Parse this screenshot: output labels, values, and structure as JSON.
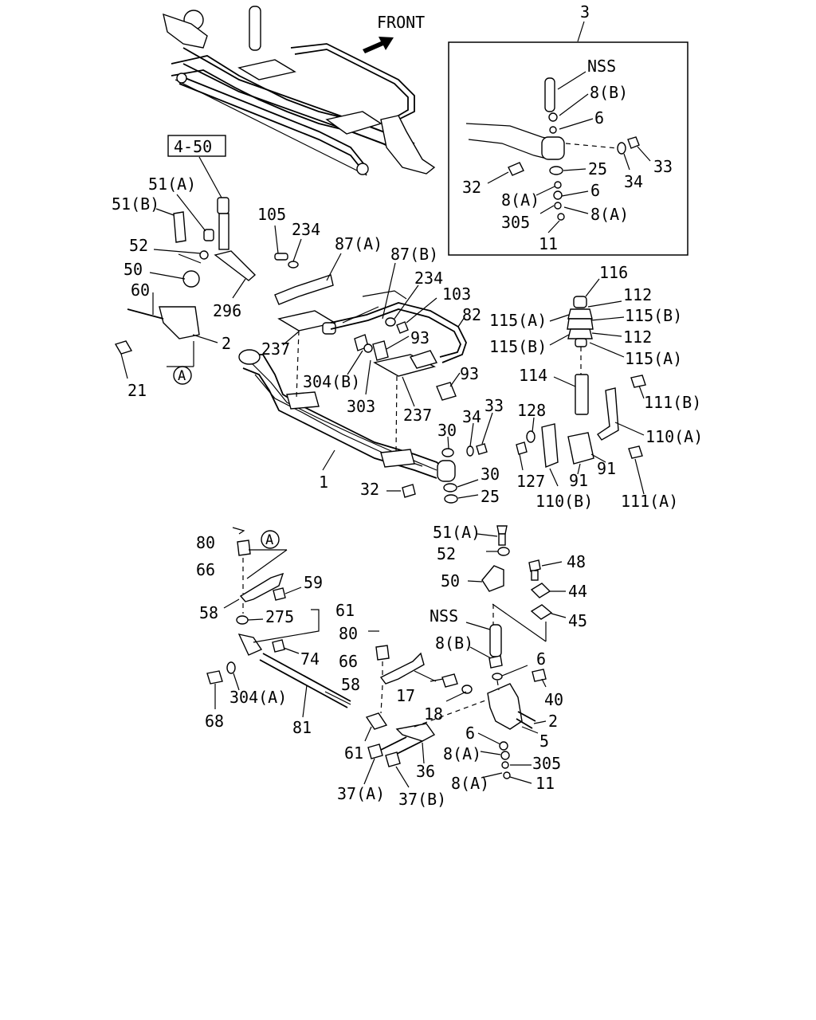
{
  "front_label": "FRONT",
  "detail_number": "3",
  "ref_box": "4-50",
  "callout_a": "A",
  "detail_labels": {
    "nss": "NSS",
    "p8b": "8(B)",
    "p6a": "6",
    "p33": "33",
    "p34": "34",
    "p25": "25",
    "p32": "32",
    "p8a1": "8(A)",
    "p6b": "6",
    "p305": "305",
    "p8a2": "8(A)",
    "p11": "11"
  },
  "upper_labels": {
    "p51a": "51(A)",
    "p51b": "51(B)",
    "p52": "52",
    "p50": "50",
    "p60": "60",
    "p2": "2",
    "p21": "21",
    "p296": "296",
    "p105": "105",
    "p234a": "234",
    "p87a": "87(A)",
    "p87b": "87(B)",
    "p234b": "234",
    "p103": "103",
    "p82": "82",
    "p93a": "93",
    "p93b": "93",
    "p237a": "237",
    "p304b": "304(B)",
    "p303": "303",
    "p237b": "237",
    "p30a": "30",
    "p34": "34",
    "p33": "33",
    "p1": "1",
    "p32": "32",
    "p30b": "30",
    "p25": "25"
  },
  "stabilizer_labels": {
    "p116": "116",
    "p112a": "112",
    "p115a1": "115(A)",
    "p115b1": "115(B)",
    "p112b": "112",
    "p115b2": "115(B)",
    "p115a2": "115(A)",
    "p114": "114",
    "p111b": "111(B)",
    "p128": "128",
    "p110a": "110(A)",
    "p91a": "91",
    "p91b": "91",
    "p127": "127",
    "p110b": "110(B)",
    "p111a": "111(A)"
  },
  "lower_left_labels": {
    "p80": "80",
    "p66": "66",
    "p59": "59",
    "p58": "58",
    "p275": "275",
    "p61": "61",
    "p74": "74",
    "p68": "68",
    "p304a": "304(A)",
    "p81": "81"
  },
  "lower_right_labels": {
    "p51a": "51(A)",
    "p52": "52",
    "p48": "48",
    "p50": "50",
    "p44": "44",
    "nss": "NSS",
    "p45": "45",
    "p80": "80",
    "p8b": "8(B)",
    "p66": "66",
    "p6a": "6",
    "p58": "58",
    "p17": "17",
    "p40": "40",
    "p18": "18",
    "p2": "2",
    "p5": "5",
    "p6b": "6",
    "p8a1": "8(A)",
    "p305": "305",
    "p61": "61",
    "p36": "36",
    "p8a2": "8(A)",
    "p11": "11",
    "p37a": "37(A)",
    "p37b": "37(B)"
  }
}
